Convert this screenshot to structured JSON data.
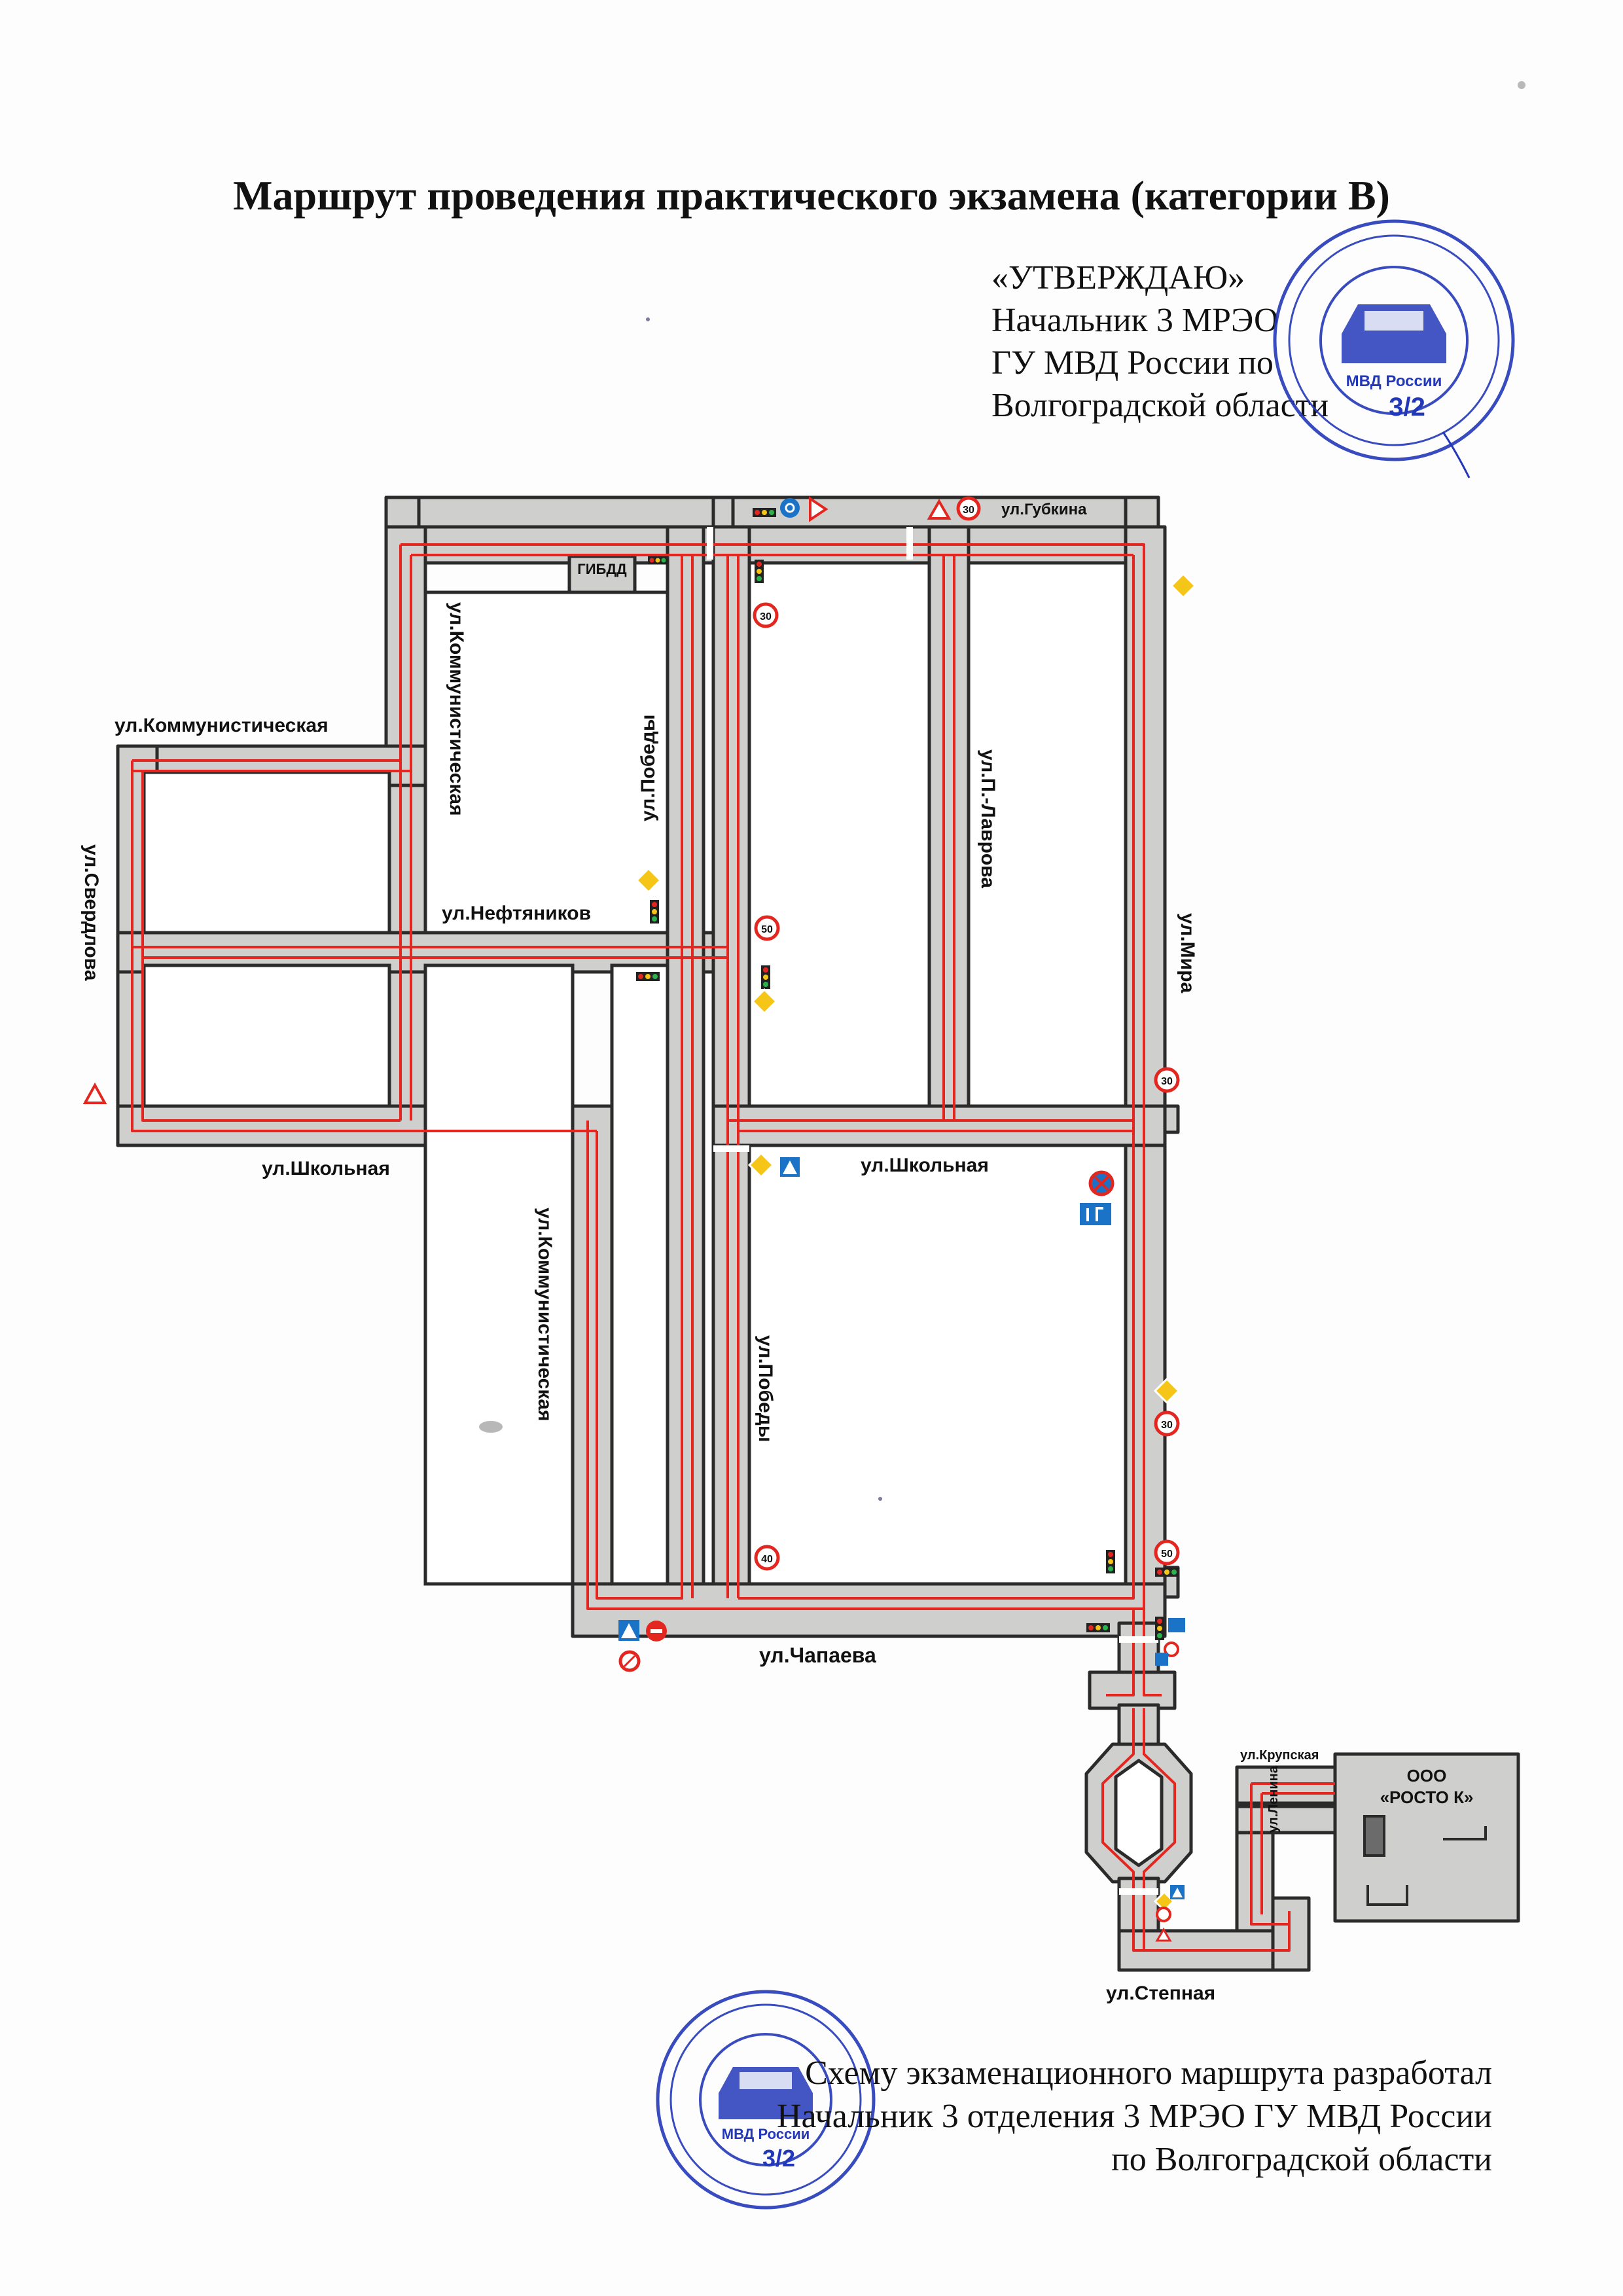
{
  "document": {
    "title": "Маршрут проведения практического экзамена (категории В)",
    "approval": {
      "line1": "«УТВЕРЖДАЮ»",
      "line2": "Начальник 3 МРЭО",
      "line3": "ГУ МВД России по",
      "line4": "Волгоградской области"
    },
    "footer": {
      "line1": "Схему экзаменационного маршрута разработал",
      "line2": "Начальник 3 отделения 3 МРЭО ГУ МВД России",
      "line3": "по Волгоградской области"
    }
  },
  "map": {
    "streets": {
      "gubkina": "ул.Губкина",
      "kommunisticheskaya_top": "ул.Коммунистическая",
      "kommunisticheskaya_vert": "ул.Коммунистическая",
      "kommunisticheskaya_low": "ул.Коммунистическая",
      "pobedy_upper": "ул.Победы",
      "pobedy_lower": "ул.Победы",
      "neftyanikov": "ул.Нефтяников",
      "sverdlova": "ул.Свердлова",
      "shkolnaya_west": "ул.Школьная",
      "shkolnaya_east": "ул.Школьная",
      "p_lavrova": "ул.П.-Лаврова",
      "mira": "ул.Мира",
      "chapaeva": "ул.Чапаева",
      "krupskaya": "ул.Крупская",
      "lenina": "ул.Ленина",
      "stepnaya": "ул.Степная"
    },
    "places": {
      "gibdd": "ГИБДД",
      "rosto_line1": "ООО",
      "rosto_line2": "«РОСТО К»"
    },
    "speed_signs": [
      "30",
      "50",
      "30",
      "30",
      "40",
      "50"
    ],
    "stamps": {
      "top_org": "МВД России",
      "top_number": "3/2",
      "bottom_org": "МВД России",
      "bottom_number": "3/2"
    },
    "colors": {
      "road": "#cfcfcd",
      "road_edge": "#2b2b2b",
      "route": "#e3261f",
      "stamp": "#2338b8",
      "sign_yellow": "#f5c518",
      "sign_blue": "#1a73c7"
    }
  }
}
